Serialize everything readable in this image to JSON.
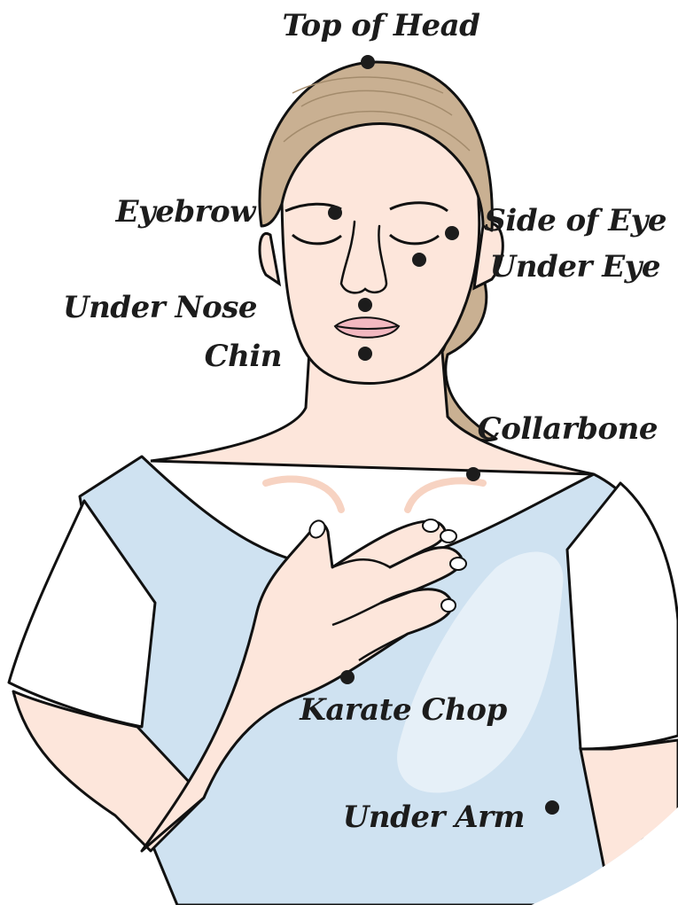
{
  "diagram": {
    "colors": {
      "outline": "#111111",
      "skin": "#fde6db",
      "skin_shadow": "#f7d3c2",
      "hair": "#c9b092",
      "hair_line": "#a38b6c",
      "shirt": "#cfe2f1",
      "shirt_highlight": "#e6f0f8",
      "sleeve": "#ffffff",
      "lips": "#f2b8c0",
      "point": "#1c1c1c"
    },
    "labels": {
      "top_of_head": "Top of Head",
      "eyebrow": "Eyebrow",
      "side_of_eye": "Side of Eye",
      "under_eye": "Under Eye",
      "under_nose": "Under Nose",
      "chin": "Chin",
      "collarbone": "Collarbone",
      "karate_chop": "Karate Chop",
      "under_arm": "Under Arm"
    }
  }
}
